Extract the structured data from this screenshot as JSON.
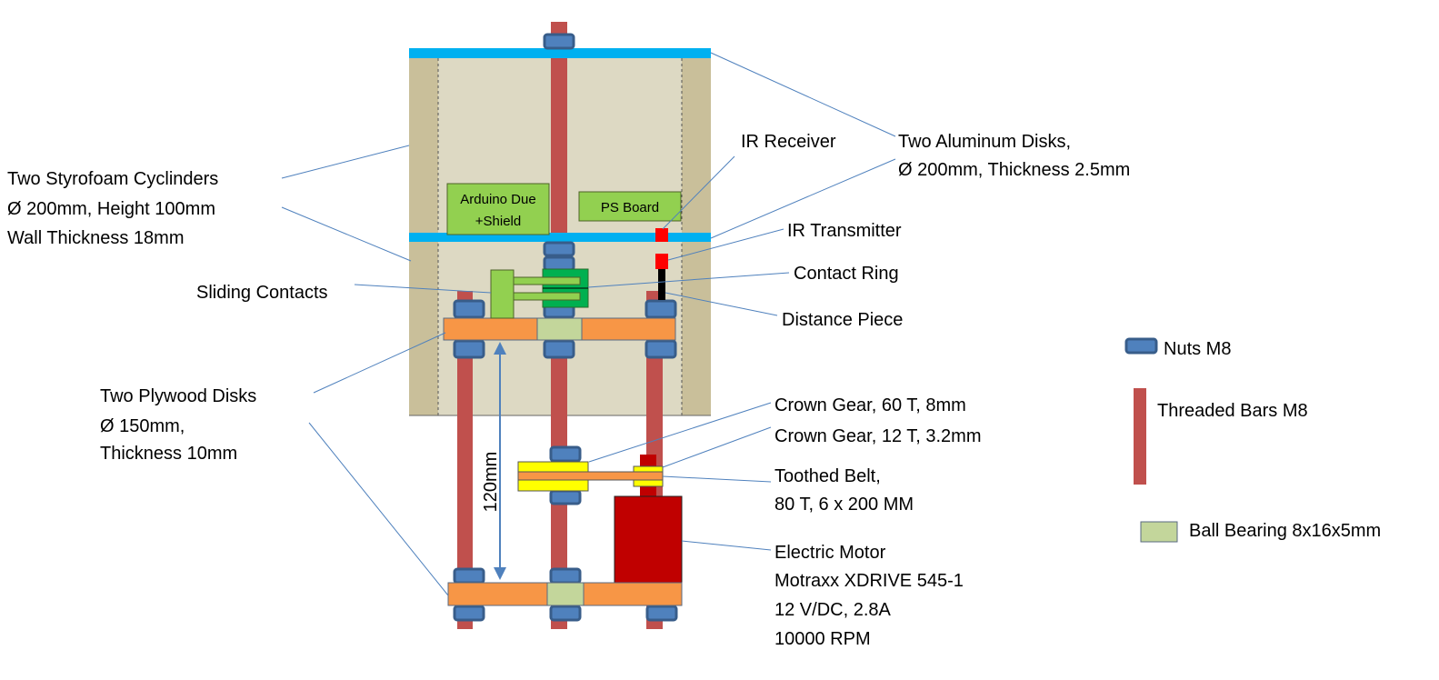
{
  "colors": {
    "aluminum": "#00b0f0",
    "styrofoam_wall": "#c9bf9a",
    "styrofoam_inner": "#ddd9c3",
    "threaded_bar": "#c0504d",
    "nut": "#4f81bd",
    "plywood": "#f79646",
    "bearing": "#c3d69b",
    "board": "#92d050",
    "contact_ring": "#00b050",
    "ir": "#ff0000",
    "motor": "#c00000",
    "gear": "#ffff00",
    "leader": "#4f81bd"
  },
  "boards": {
    "arduino": [
      "Arduino  Due",
      "+Shield"
    ],
    "ps": "PS Board"
  },
  "dimension": "120mm",
  "labels": {
    "styrofoam": [
      "Two Styrofoam Cyclinders",
      "Ø 200mm, Height 100mm",
      "Wall Thickness  18mm"
    ],
    "sliding_contacts": "Sliding Contacts",
    "plywood": [
      "Two Plywood Disks",
      "Ø 150mm,",
      "Thickness  10mm"
    ],
    "ir_receiver": "IR Receiver",
    "aluminum": [
      "Two Aluminum Disks,",
      "Ø 200mm, Thickness  2.5mm"
    ],
    "ir_transmitter": "IR Transmitter",
    "contact_ring": "Contact Ring",
    "distance_piece": "Distance Piece",
    "crown_gear_60": "Crown Gear, 60 T, 8mm",
    "crown_gear_12": "Crown Gear, 12 T, 3.2mm",
    "belt": [
      "Toothed Belt,",
      "80 T, 6 x 200 MM"
    ],
    "motor": [
      "Electric Motor",
      "Motraxx XDRIVE 545-1",
      "12 V/DC, 2.8A",
      "10000 RPM"
    ]
  },
  "legend": [
    {
      "key": "nut",
      "label": "Nuts M8"
    },
    {
      "key": "bar",
      "label": "Threaded Bars M8"
    },
    {
      "key": "bearing",
      "label": "Ball Bearing 8x16x5mm"
    }
  ]
}
